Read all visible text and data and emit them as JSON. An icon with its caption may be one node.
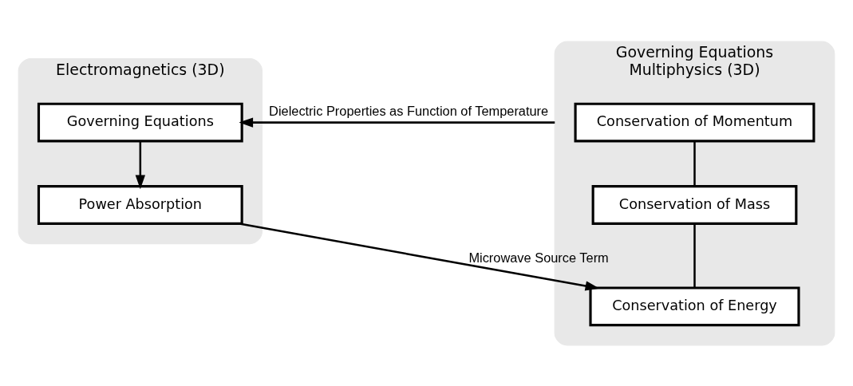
{
  "diagram": {
    "nodes": [
      {
        "text": [
          "Electromagnetics (3D)"
        ]
      },
      {
        "text": [
          "Governing Equations"
        ],
        "in": 0
      },
      {
        "text": [
          "Power Absorption"
        ],
        "in": 0
      },
      {
        "text": [
          "Governing Equations",
          "Multiphysics (3D)"
        ]
      },
      {
        "text": [
          "Conservation of Momentum"
        ],
        "in": 3
      },
      {
        "text": [
          "Conservation of Mass"
        ],
        "in": 3
      },
      {
        "text": [
          "Conservation of Energy"
        ],
        "in": 3
      }
    ],
    "edges": [
      {
        "from": 3,
        "to": 1,
        "arrow": "to",
        "label": "Dielectric Properties as Function of Temperature"
      },
      {
        "from": 1,
        "to": 2,
        "arrow": "to"
      },
      {
        "from": 2,
        "to": 6,
        "arrow": "to",
        "label": "Microwave Source Term"
      },
      {
        "from": 4,
        "to": 5,
        "arrow": "none"
      },
      {
        "from": 5,
        "to": 6,
        "arrow": "none"
      }
    ]
  }
}
